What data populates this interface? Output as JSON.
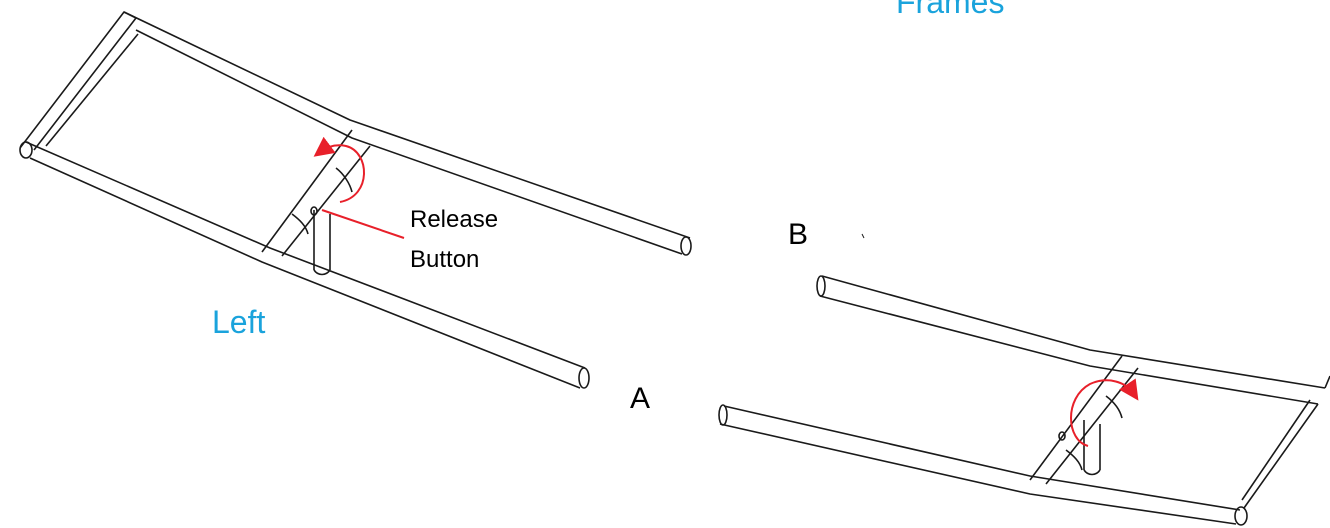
{
  "labels": {
    "frames": "Frames",
    "left": "Left",
    "release_line1": "Release",
    "release_line2": "Button",
    "point_a": "A",
    "point_b": "B"
  },
  "colors": {
    "line": "#1a1a1a",
    "arrow": "#e8202a",
    "accent_text": "#1aa3dc",
    "label_text": "#000000"
  }
}
